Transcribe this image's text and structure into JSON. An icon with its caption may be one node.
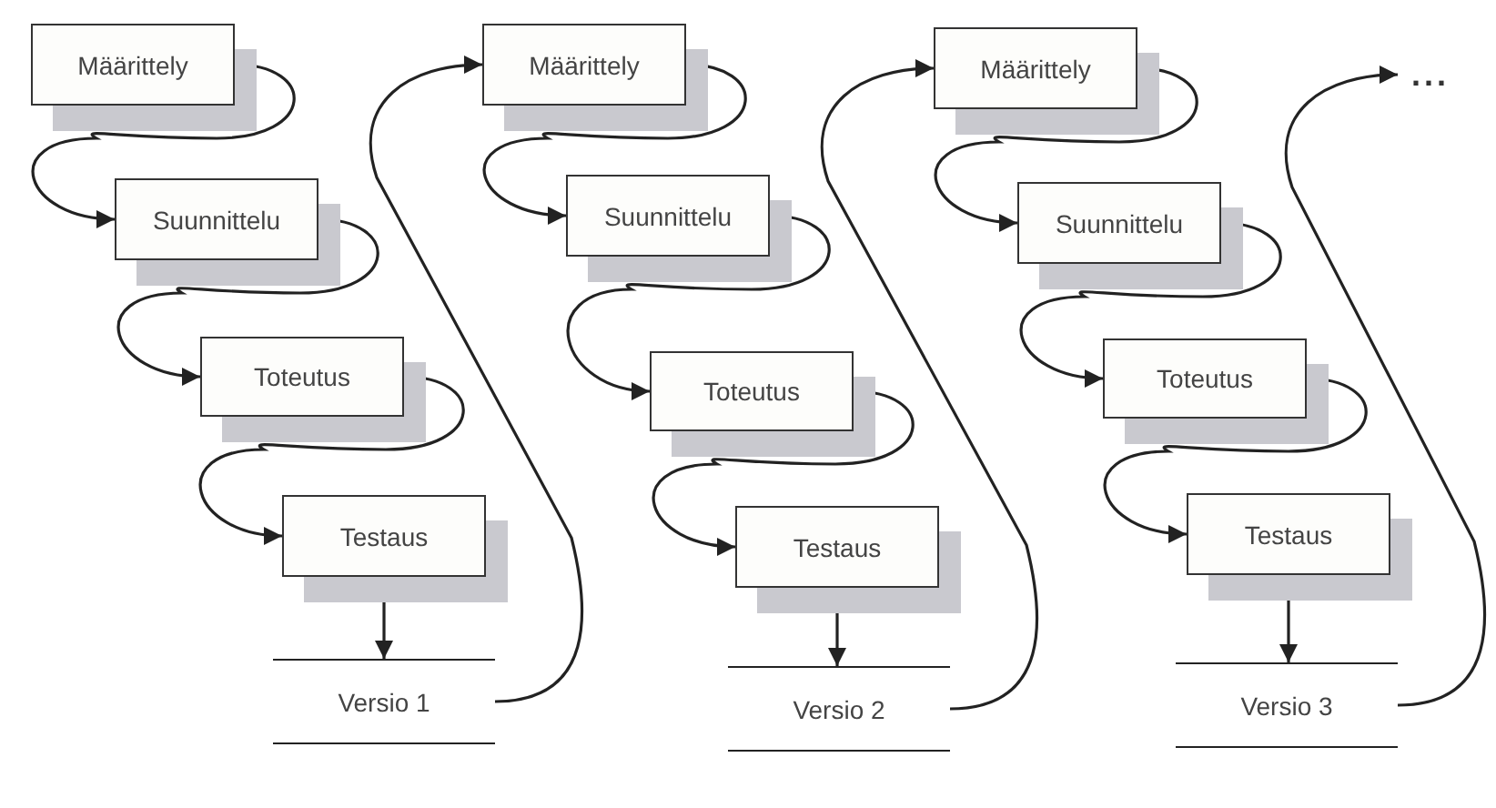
{
  "diagram": {
    "nodes": [
      {
        "text": [
          "Määrittely"
        ]
      },
      {
        "text": [
          "Suunnittelu"
        ]
      },
      {
        "text": [
          "Toteutus"
        ]
      },
      {
        "text": [
          "Testaus"
        ]
      },
      {
        "text": [
          "Versio 1"
        ]
      },
      {
        "text": [
          "Määrittely"
        ]
      },
      {
        "text": [
          "Suunnittelu"
        ]
      },
      {
        "text": [
          "Toteutus"
        ]
      },
      {
        "text": [
          "Testaus"
        ]
      },
      {
        "text": [
          "Versio 2"
        ]
      },
      {
        "text": [
          "Määrittely"
        ]
      },
      {
        "text": [
          "Suunnittelu"
        ]
      },
      {
        "text": [
          "Toteutus"
        ]
      },
      {
        "text": [
          "Testaus"
        ]
      },
      {
        "text": [
          "Versio 3"
        ]
      },
      {
        "text": [
          "..."
        ]
      }
    ],
    "edges": [
      {
        "from": 0,
        "to": 1,
        "arrow": "to"
      },
      {
        "from": 1,
        "to": 2,
        "arrow": "to"
      },
      {
        "from": 2,
        "to": 3,
        "arrow": "to"
      },
      {
        "from": 3,
        "to": 4,
        "arrow": "to"
      },
      {
        "from": 4,
        "to": 5,
        "arrow": "to"
      },
      {
        "from": 5,
        "to": 6,
        "arrow": "to"
      },
      {
        "from": 6,
        "to": 7,
        "arrow": "to"
      },
      {
        "from": 7,
        "to": 8,
        "arrow": "to"
      },
      {
        "from": 8,
        "to": 9,
        "arrow": "to"
      },
      {
        "from": 9,
        "to": 10,
        "arrow": "to"
      },
      {
        "from": 10,
        "to": 11,
        "arrow": "to"
      },
      {
        "from": 11,
        "to": 12,
        "arrow": "to"
      },
      {
        "from": 12,
        "to": 13,
        "arrow": "to"
      },
      {
        "from": 13,
        "to": 14,
        "arrow": "to"
      },
      {
        "from": 14,
        "to": 15,
        "arrow": "to"
      }
    ]
  }
}
